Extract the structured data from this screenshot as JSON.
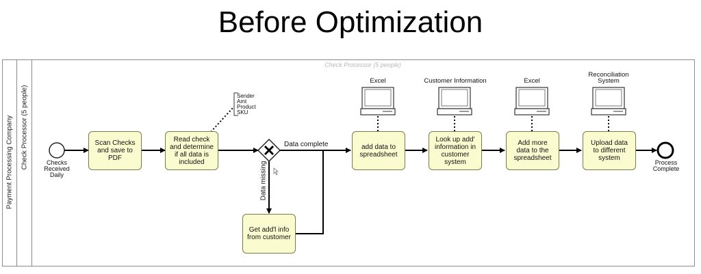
{
  "slide_title": "Before Optimization",
  "pool": {
    "label": "Payment Processing Company"
  },
  "lane": {
    "label": "Check Processor (5 people)",
    "watermark": "Check Processor (5 people)"
  },
  "start_event": {
    "label_line1": "Checks",
    "label_line2": "Received",
    "label_line3": "Daily"
  },
  "end_event": {
    "label_line1": "Process",
    "label_line2": "Complete"
  },
  "tasks": {
    "scan": "Scan Checks and save to PDF",
    "read": "Read check and determine if all data is included",
    "get_info": "Get add'l info from customer",
    "add_data": "add data to spreadsheet",
    "lookup": "Look up add' information in customer system",
    "add_more": "Add more data to the spreadsheet",
    "upload": "Upload data to different system"
  },
  "gateway": {
    "symbol": "X"
  },
  "flow_labels": {
    "complete": "Data complete",
    "missing": "Data missing"
  },
  "annotation": {
    "lines": [
      "Sender",
      "Amt",
      "Product",
      "SKU"
    ]
  },
  "systems": {
    "excel1": "Excel",
    "customer_info": "Customer Information",
    "excel2": "Excel",
    "reconciliation_line1": "Reconciliation",
    "reconciliation_line2": "System"
  },
  "icons": {
    "system": "computer-monitor-icon",
    "gateway": "exclusive-gateway-icon"
  }
}
